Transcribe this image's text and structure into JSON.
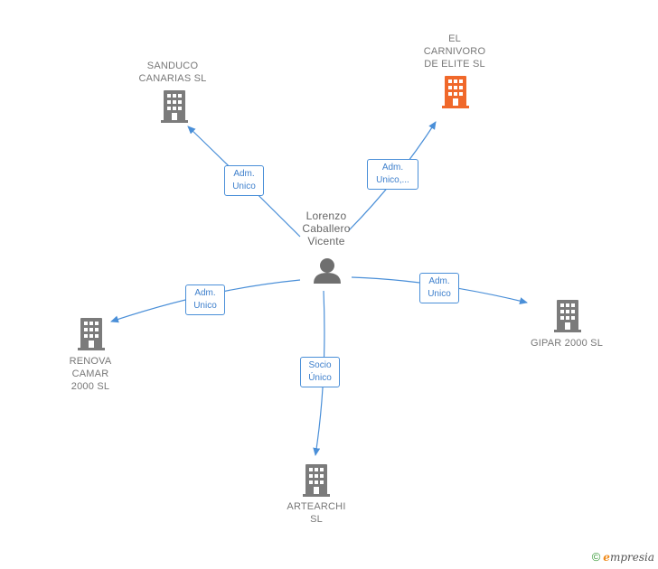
{
  "colors": {
    "edge": "#4a8fd8",
    "company": "#7b7b7b",
    "company_highlight": "#f0682a",
    "person": "#6f6f6f"
  },
  "center": {
    "name_lines": [
      "Lorenzo",
      "Caballero",
      "Vicente"
    ],
    "icon": "person-icon"
  },
  "companies": [
    {
      "id": "sanduco",
      "lines": [
        "SANDUCO",
        "CANARIAS  SL"
      ],
      "highlight": false,
      "icon": "building-icon"
    },
    {
      "id": "elcarnivoro",
      "lines": [
        "EL",
        "CARNIVORO",
        "DE ELITE  SL"
      ],
      "highlight": true,
      "icon": "building-icon"
    },
    {
      "id": "gipar",
      "lines": [
        "GIPAR 2000  SL"
      ],
      "highlight": false,
      "icon": "building-icon"
    },
    {
      "id": "artearchi",
      "lines": [
        "ARTEARCHI",
        "SL"
      ],
      "highlight": false,
      "icon": "building-icon"
    },
    {
      "id": "renova",
      "lines": [
        "RENOVA",
        "CAMAR",
        "2000  SL"
      ],
      "highlight": false,
      "icon": "building-icon"
    }
  ],
  "edges": [
    {
      "to": "sanduco",
      "lines": [
        "Adm.",
        "Unico"
      ]
    },
    {
      "to": "elcarnivoro",
      "lines": [
        "Adm.",
        "Unico,..."
      ]
    },
    {
      "to": "gipar",
      "lines": [
        "Adm.",
        "Unico"
      ]
    },
    {
      "to": "artearchi",
      "lines": [
        "Socio",
        "Único"
      ]
    },
    {
      "to": "renova",
      "lines": [
        "Adm.",
        "Unico"
      ]
    }
  ],
  "footer": {
    "copyright": "©",
    "brand_first": "e",
    "brand_rest": "mpresia"
  }
}
